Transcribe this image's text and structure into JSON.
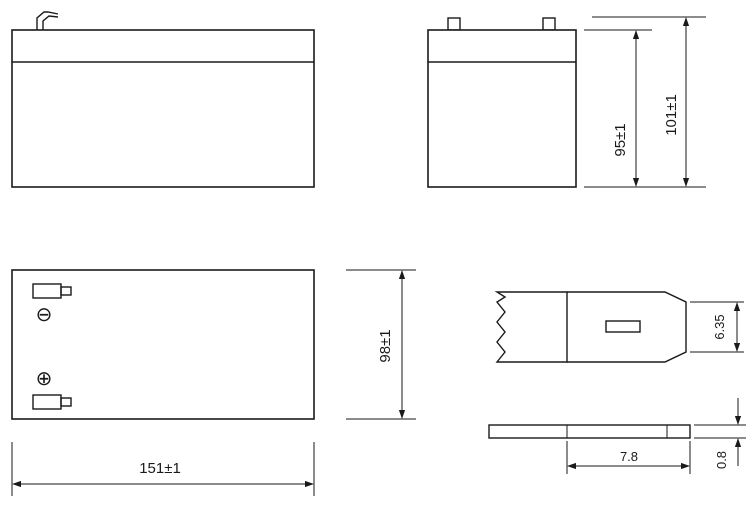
{
  "dimensions": {
    "length": "151±1",
    "width": "98±1",
    "height_body": "95±1",
    "height_total": "101±1",
    "terminal_width": "6.35",
    "terminal_length": "7.8",
    "terminal_thickness": "0.8"
  },
  "symbols": {
    "negative": "⊖",
    "positive": "⊕"
  }
}
